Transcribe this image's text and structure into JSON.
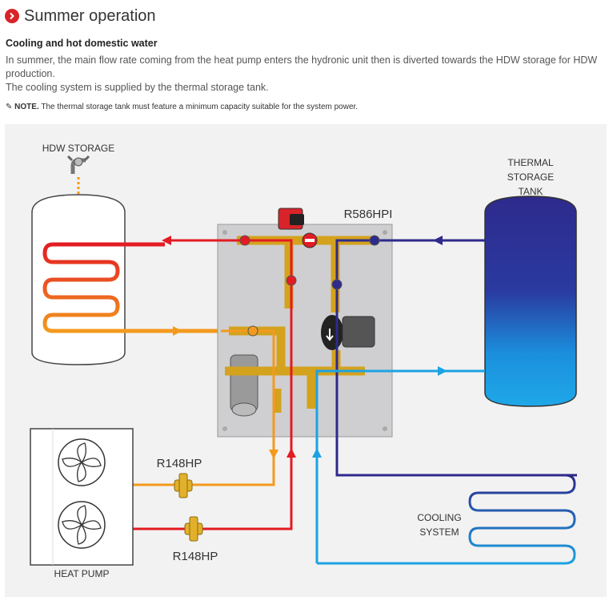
{
  "header": {
    "title": "Summer operation"
  },
  "subtitle": "Cooling and hot domestic water",
  "paragraph1": "In summer, the main flow rate coming from the heat pump enters the hydronic unit then is diverted towards the HDW storage for HDW production.",
  "paragraph2": "The cooling system is supplied by the thermal storage tank.",
  "note": {
    "label": "NOTE.",
    "text": "The thermal storage tank must feature a minimum capacity suitable for the system power."
  },
  "diagram": {
    "hdw_label": "HDW STORAGE",
    "thermal_line1": "THERMAL",
    "thermal_line2": "STORAGE",
    "thermal_line3": "TANK",
    "unit_label": "R586HPI",
    "valve_top_label": "R148HP",
    "valve_bottom_label": "R148HP",
    "cooling_line1": "COOLING",
    "cooling_line2": "SYSTEM",
    "heat_pump_label": "HEAT PUMP",
    "colors": {
      "hot": "#e31b23",
      "warm": "#f39a1e",
      "cold_supply": "#2e2a8c",
      "cold_return": "#1ba3e3",
      "panel": "#cfcfd1",
      "background": "#f2f2f2"
    }
  }
}
